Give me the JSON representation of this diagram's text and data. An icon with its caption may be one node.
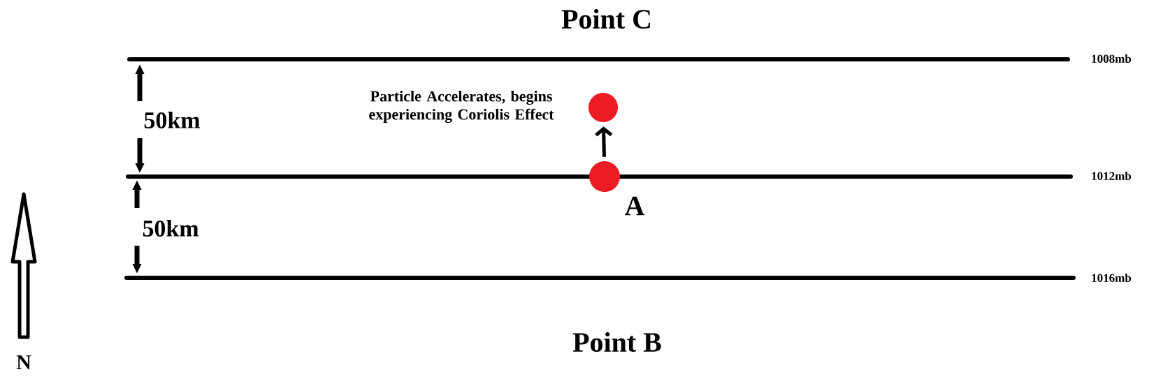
{
  "diagram": {
    "nodes": [
      {
        "text": [],
        "shape": "circle",
        "beside": [
          "A"
        ]
      },
      {
        "text": [],
        "shape": "circle",
        "beside": [
          "Particle Accelerates, begins experiencing Coriolis Effect"
        ]
      }
    ],
    "edges": [
      {
        "from": 0,
        "to": 1,
        "arrow": "to"
      }
    ],
    "labels": [
      "Point C",
      "1008mb",
      "50km",
      "1012mb",
      "50km",
      "1016mb",
      "Point B",
      "N"
    ]
  }
}
